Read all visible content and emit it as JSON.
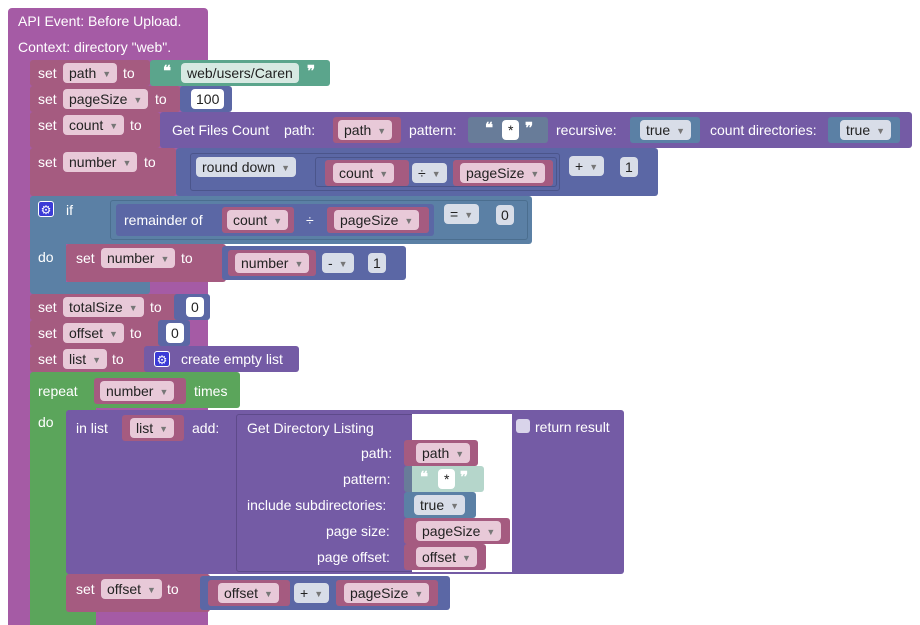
{
  "event": {
    "line1": "API Event: Before Upload.",
    "line2": "Context: directory \"web\"."
  },
  "kw": {
    "set": "set",
    "to": "to",
    "if": "if",
    "do": "do",
    "repeat": "repeat",
    "times": "times",
    "in_list": "in list",
    "add": "add:"
  },
  "s1": {
    "var": "path",
    "text": "web/users/Caren"
  },
  "s2": {
    "var": "pageSize",
    "value": "100"
  },
  "s3": {
    "var": "count",
    "fn": "Get Files Count",
    "path_label": "path:",
    "path_var": "path",
    "pattern_label": "pattern:",
    "pattern": "*",
    "recursive_label": "recursive:",
    "recursive": "true",
    "countdirs_label": "count directories:",
    "countdirs": "true"
  },
  "s4": {
    "var": "number",
    "round": "round down",
    "a": "count",
    "op": "÷",
    "b": "pageSize",
    "plus": "+",
    "one": "1"
  },
  "iff": {
    "remainder": "remainder of",
    "a": "count",
    "op": "÷",
    "b": "pageSize",
    "eq": "=",
    "zero": "0",
    "set_var": "number",
    "x": "number",
    "minus": "-",
    "one": "1"
  },
  "s5": {
    "var": "totalSize",
    "value": "0"
  },
  "s6": {
    "var": "offset",
    "value": "0"
  },
  "s7": {
    "var": "list",
    "text": "create empty list"
  },
  "rep": {
    "var": "number"
  },
  "listadd": {
    "list": "list",
    "fn": "Get Directory Listing",
    "return": "return result",
    "path_label": "path:",
    "path": "path",
    "pattern_label": "pattern:",
    "pattern": "*",
    "subdirs_label": "include subdirectories:",
    "subdirs": "true",
    "pagesize_label": "page size:",
    "pagesize": "pageSize",
    "offset_label": "page offset:",
    "offset": "offset"
  },
  "s8": {
    "var": "offset",
    "a": "offset",
    "op": "+",
    "b": "pageSize"
  },
  "colors": {
    "event": "#a55ba5",
    "var": "#a55b80",
    "math": "#5b67a5",
    "logic": "#5b80a5",
    "text": "#5ba58c",
    "list": "#745ba5",
    "loop": "#5ba55b"
  }
}
